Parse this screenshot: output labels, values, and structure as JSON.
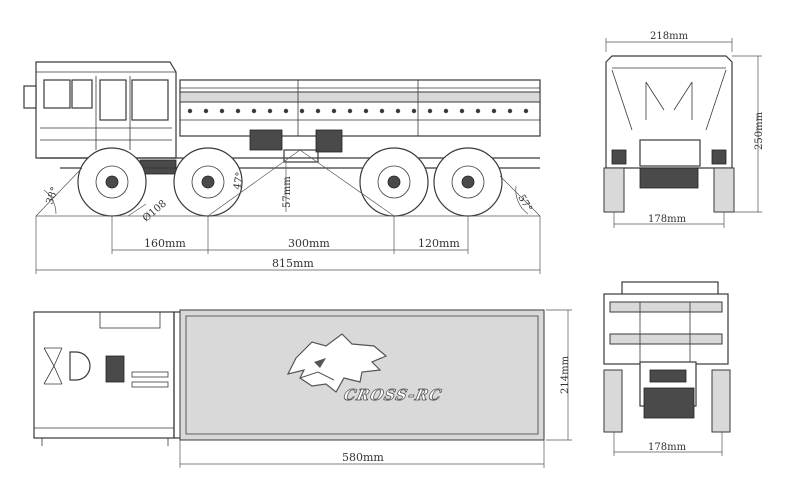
{
  "dimensions": {
    "side_wheelbase_front": "160mm",
    "side_wheelbase_mid": "300mm",
    "side_wheelbase_rear": "120mm",
    "side_total_length": "815mm",
    "wheel_diameter": "Ø108",
    "approach_angle": "38°",
    "departure_angle": "57°",
    "breakover_angle": "47°",
    "ground_clearance": "57mm",
    "front_top_width": "218mm",
    "front_height": "250mm",
    "front_track": "178mm",
    "top_bed_length": "580mm",
    "top_bed_width": "214mm",
    "rear_track": "178mm"
  },
  "brand": {
    "logo_text": "CROSS-RC",
    "logo_icon": "wolf-head-icon"
  },
  "colors": {
    "line": "#3a3a3a",
    "panel": "#d9d9d9"
  }
}
